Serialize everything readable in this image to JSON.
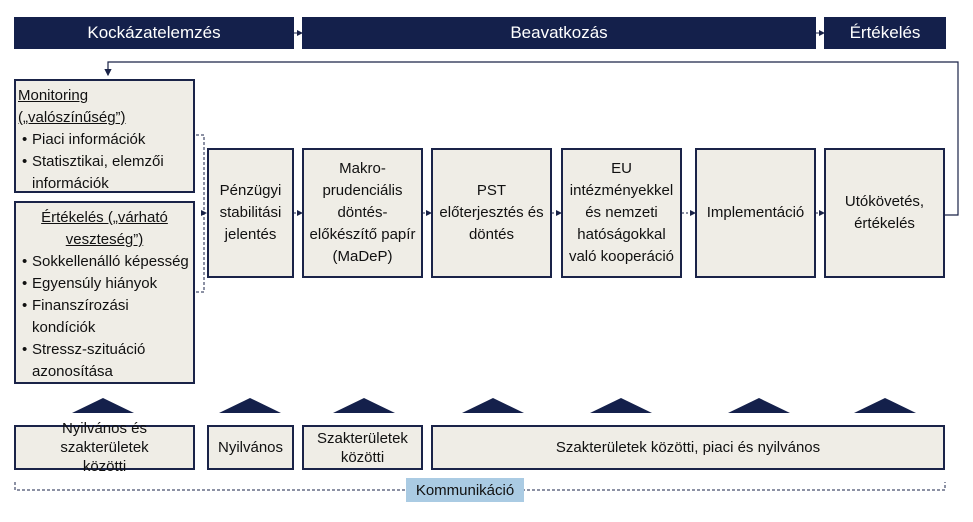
{
  "phases": [
    {
      "label": "Kockázatelemzés"
    },
    {
      "label": "Beavatkozás"
    },
    {
      "label": "Értékelés"
    }
  ],
  "monitoring": {
    "title": "Monitoring („valószínűség”)",
    "items": [
      "Piaci információk",
      "Statisztikai, elemzői információk"
    ]
  },
  "evaluation": {
    "title": "Értékelés („várható veszteség”)",
    "items": [
      "Sokkellenálló képesség",
      "Egyensúly hiányok",
      "Finanszírozási kondíciók",
      "Stressz-szituáció azonosítása"
    ]
  },
  "process": [
    {
      "label": "Pénzügyi\nstabilitási\njelentés"
    },
    {
      "label": "Makro-\nprudenciális\ndöntés-\nelőkészítő papír\n(MaDeP)"
    },
    {
      "label": "PST\nelőterjesztés és\ndöntés"
    },
    {
      "label": "EU\nintézményekkel\nés nemzeti\nhatóságokkal\nvaló kooperáció"
    },
    {
      "label": "Implementáció"
    },
    {
      "label": "Utókövetés,\nértékelés"
    }
  ],
  "audiences": [
    {
      "label": "Nyilvános és szakterületek\nközötti"
    },
    {
      "label": "Nyilvános"
    },
    {
      "label": "Szakterületek\nközötti"
    },
    {
      "label": "Szakterületek közötti, piaci és nyilvános"
    }
  ],
  "communication": {
    "label": "Kommunikáció"
  },
  "colors": {
    "header": "#14204b",
    "box_fill": "#efede6",
    "border": "#1a2348",
    "communication": "#aacbe3"
  }
}
